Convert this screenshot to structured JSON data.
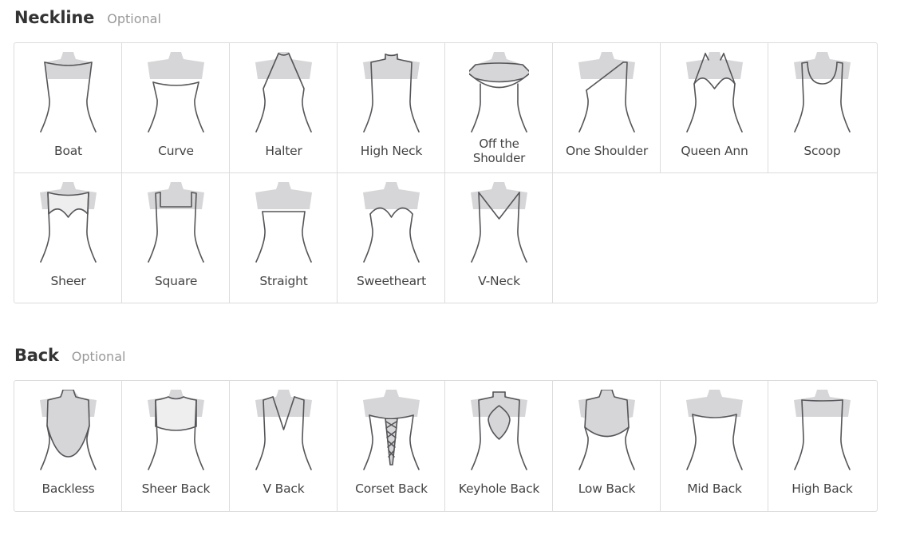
{
  "neckline": {
    "title": "Neckline",
    "optional": "Optional",
    "items": [
      {
        "label": "Boat",
        "icon": "boat-neckline-icon"
      },
      {
        "label": "Curve",
        "icon": "curve-neckline-icon"
      },
      {
        "label": "Halter",
        "icon": "halter-neckline-icon"
      },
      {
        "label": "High Neck",
        "icon": "high-neck-icon"
      },
      {
        "label": "Off the Shoulder",
        "line1": "Off the",
        "line2": "Shoulder",
        "icon": "off-the-shoulder-icon"
      },
      {
        "label": "One Shoulder",
        "icon": "one-shoulder-icon"
      },
      {
        "label": "Queen Ann",
        "icon": "queen-ann-icon"
      },
      {
        "label": "Scoop",
        "icon": "scoop-neckline-icon"
      },
      {
        "label": "Sheer",
        "icon": "sheer-neckline-icon"
      },
      {
        "label": "Square",
        "icon": "square-neckline-icon"
      },
      {
        "label": "Straight",
        "icon": "straight-neckline-icon"
      },
      {
        "label": "Sweetheart",
        "icon": "sweetheart-neckline-icon"
      },
      {
        "label": "V-Neck",
        "icon": "v-neck-icon"
      }
    ]
  },
  "back": {
    "title": "Back",
    "optional": "Optional",
    "items": [
      {
        "label": "Backless",
        "icon": "backless-icon"
      },
      {
        "label": "Sheer Back",
        "icon": "sheer-back-icon"
      },
      {
        "label": "V Back",
        "icon": "v-back-icon"
      },
      {
        "label": "Corset Back",
        "icon": "corset-back-icon"
      },
      {
        "label": "Keyhole Back",
        "icon": "keyhole-back-icon"
      },
      {
        "label": "Low Back",
        "icon": "low-back-icon"
      },
      {
        "label": "Mid Back",
        "icon": "mid-back-icon"
      },
      {
        "label": "High Back",
        "icon": "high-back-icon"
      }
    ]
  }
}
